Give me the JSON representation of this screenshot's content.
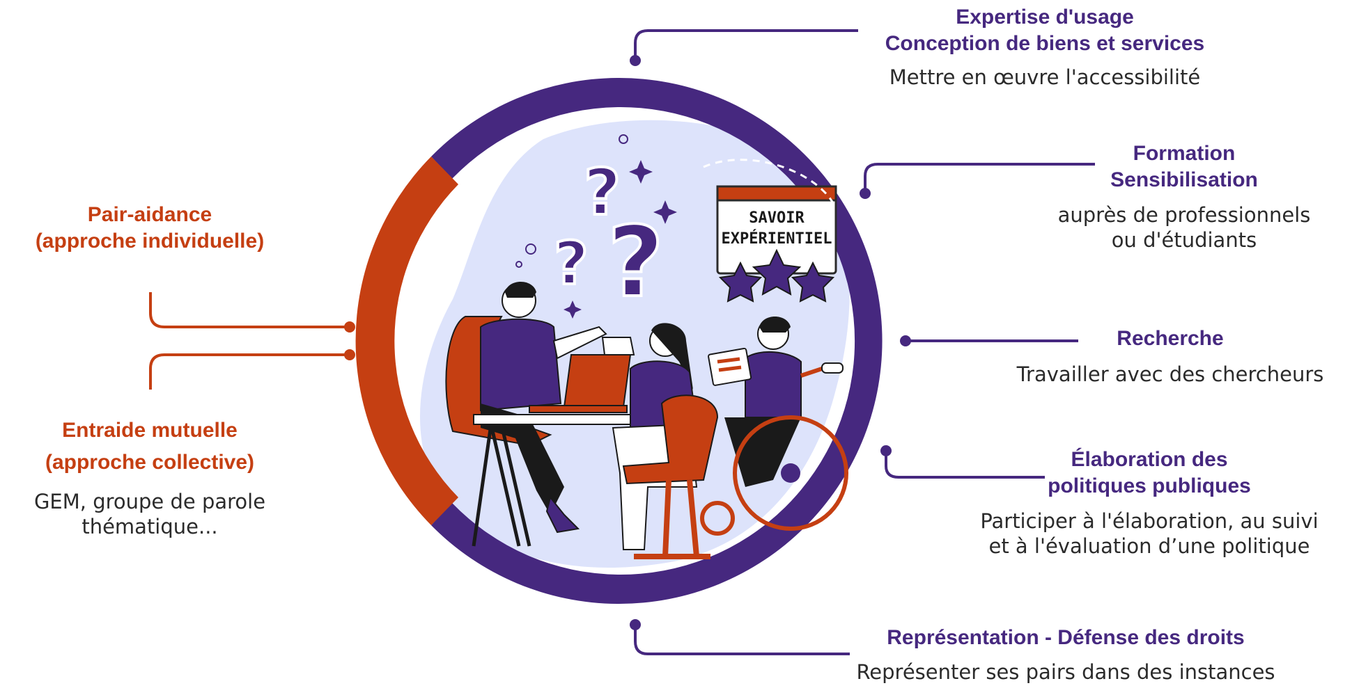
{
  "colors": {
    "purple": "#46287f",
    "orange": "#c53f12",
    "light_blue": "#dde3fb",
    "text_dark": "#2b2b2b"
  },
  "badge": {
    "line1": "SAVOIR",
    "line2": "EXPÉRIENTIEL"
  },
  "left": {
    "pair_aidance": {
      "title_line1": "Pair-aidance",
      "title_line2": "(approche individuelle)"
    },
    "entraide": {
      "title_line1": "Entraide mutuelle",
      "title_line2": "(approche collective)",
      "desc_line1": "GEM, groupe de parole",
      "desc_line2": "thématique..."
    }
  },
  "right": {
    "expertise": {
      "title_line1": "Expertise d'usage",
      "title_line2": "Conception de biens et services",
      "desc_line1": "Mettre en œuvre l'accessibilité"
    },
    "formation": {
      "title_line1": "Formation",
      "title_line2": "Sensibilisation",
      "desc_line1": "auprès de professionnels",
      "desc_line2": "ou d'étudiants"
    },
    "recherche": {
      "title_line1": "Recherche",
      "desc_line1": "Travailler avec des chercheurs"
    },
    "politiques": {
      "title_line1": "Élaboration des",
      "title_line2": "politiques publiques",
      "desc_line1": "Participer à l'élaboration, au suivi",
      "desc_line2": "et à l'évaluation d’une politique"
    },
    "representation": {
      "title_line1": "Représentation - Défense des droits",
      "desc_line1": "Représenter ses pairs dans des instances"
    }
  }
}
